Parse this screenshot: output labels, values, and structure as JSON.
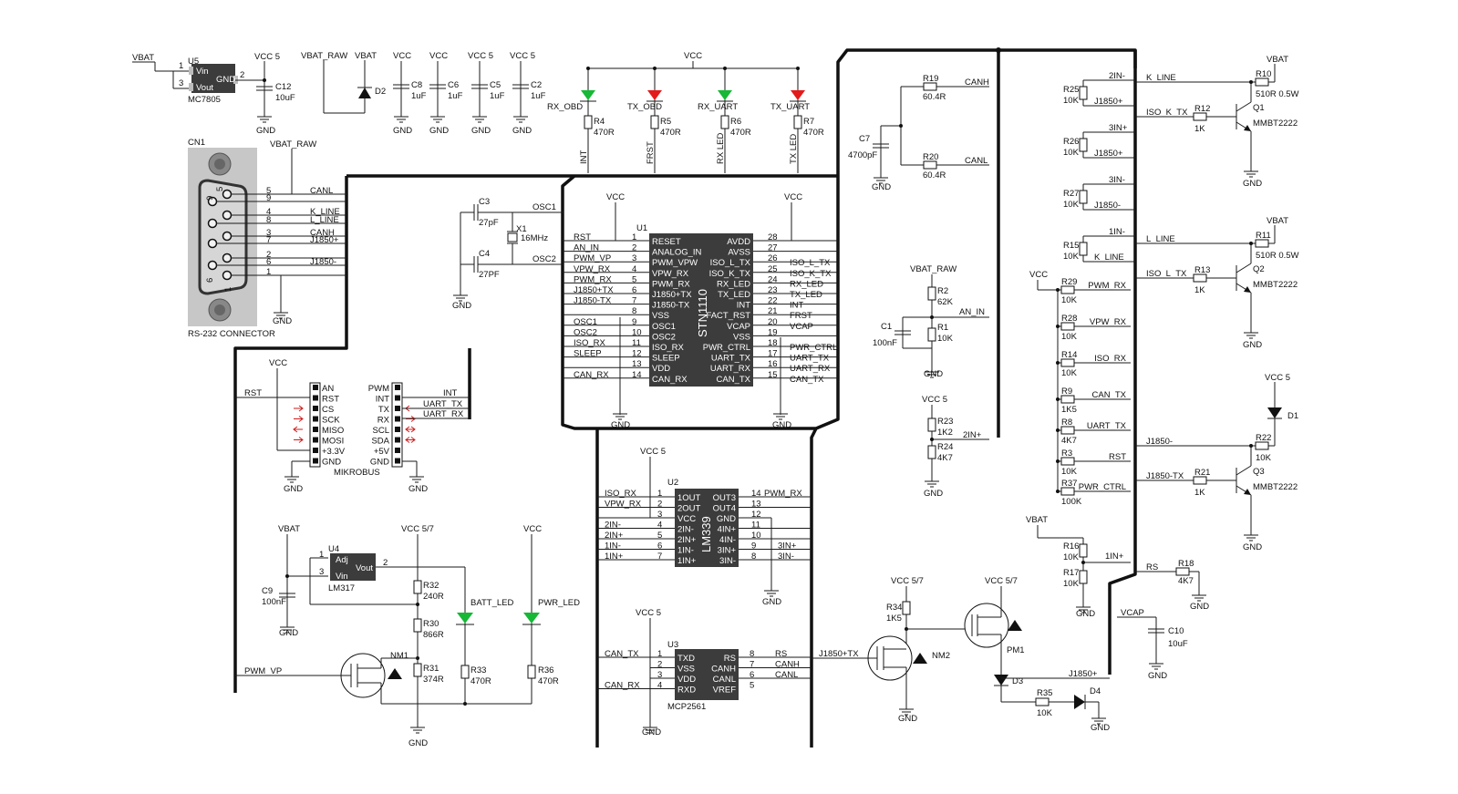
{
  "colors": {
    "led_green": "#16b835",
    "led_red": "#e31b1b",
    "chip": "#3c3c3c",
    "connector": "#c7c7c7",
    "arrow": "#d11a1a"
  },
  "power": {
    "u5": {
      "ref": "U5",
      "part": "MC7805",
      "in": "VBAT",
      "vcc": "VCC 5",
      "pins": [
        "Vin",
        "Vout",
        "GND"
      ],
      "pin_nums": [
        "1",
        "3",
        "2"
      ]
    },
    "c12": [
      "C12",
      "10uF"
    ],
    "c8": [
      "C8",
      "1uF"
    ],
    "c6": [
      "C6",
      "1uF"
    ],
    "c5": [
      "C5",
      "1uF"
    ],
    "c2": [
      "C2",
      "1uF"
    ],
    "d2": "D2",
    "vbat_raw": "VBAT_RAW",
    "vbat": "VBAT",
    "vcc": "VCC",
    "vcc5": "VCC 5",
    "gnd": "GND"
  },
  "leds": [
    {
      "ref": "R4",
      "val": "470R",
      "name": "RX_OBD",
      "net": "INT"
    },
    {
      "ref": "R5",
      "val": "470R",
      "name": "TX_OBD",
      "net": "FRST"
    },
    {
      "ref": "R6",
      "val": "470R",
      "name": "RX_UART",
      "net": "RX LED"
    },
    {
      "ref": "R7",
      "val": "470R",
      "name": "TX_UART",
      "net": "TX LED"
    }
  ],
  "connector": {
    "ref": "CN1",
    "title": "RS-232 CONNECTOR",
    "vbat_raw": "VBAT_RAW",
    "rows": [
      {
        "pin": "5",
        "net": "CANL"
      },
      {
        "pin": "9",
        "net": ""
      },
      {
        "pin": "4",
        "net": "K_LINE"
      },
      {
        "pin": "8",
        "net": "L_LINE"
      },
      {
        "pin": "3",
        "net": "CANH"
      },
      {
        "pin": "7",
        "net": "J1850+"
      },
      {
        "pin": "2",
        "net": ""
      },
      {
        "pin": "6",
        "net": "J1850-"
      },
      {
        "pin": "1",
        "net": ""
      }
    ],
    "shell_pins": [
      "9",
      "5",
      "6",
      "1"
    ]
  },
  "osc": {
    "c3": [
      "C3",
      "27pF"
    ],
    "c4": [
      "C4",
      "27PF"
    ],
    "x1": [
      "X1",
      "16MHz"
    ],
    "net1": "OSC1",
    "net2": "OSC2"
  },
  "u1": {
    "ref": "U1",
    "part": "STN1110",
    "left": [
      {
        "n": "1",
        "p": "RESET",
        "net": "RST"
      },
      {
        "n": "2",
        "p": "ANALOG_IN",
        "net": "AN_IN"
      },
      {
        "n": "3",
        "p": "PWM_VPW",
        "net": "PWM_VP"
      },
      {
        "n": "4",
        "p": "VPW_RX",
        "net": "VPW_RX"
      },
      {
        "n": "5",
        "p": "PWM_RX",
        "net": "PWM_RX"
      },
      {
        "n": "6",
        "p": "J1850+TX",
        "net": "J1850+TX"
      },
      {
        "n": "7",
        "p": "J1850-TX",
        "net": "J1850-TX"
      },
      {
        "n": "8",
        "p": "VSS",
        "net": ""
      },
      {
        "n": "9",
        "p": "OSC1",
        "net": "OSC1"
      },
      {
        "n": "10",
        "p": "OSC2",
        "net": "OSC2"
      },
      {
        "n": "11",
        "p": "ISO_RX",
        "net": "ISO_RX"
      },
      {
        "n": "12",
        "p": "SLEEP",
        "net": "SLEEP"
      },
      {
        "n": "13",
        "p": "VDD",
        "net": ""
      },
      {
        "n": "14",
        "p": "CAN_RX",
        "net": "CAN_RX"
      }
    ],
    "right": [
      {
        "n": "28",
        "p": "AVDD",
        "net": ""
      },
      {
        "n": "27",
        "p": "AVSS",
        "net": ""
      },
      {
        "n": "26",
        "p": "ISO_L_TX",
        "net": "ISO_L_TX"
      },
      {
        "n": "25",
        "p": "ISO_K_TX",
        "net": "ISO_K_TX"
      },
      {
        "n": "24",
        "p": "RX_LED",
        "net": "RX_LED"
      },
      {
        "n": "23",
        "p": "TX_LED",
        "net": "TX_LED"
      },
      {
        "n": "22",
        "p": "INT",
        "net": "INT"
      },
      {
        "n": "21",
        "p": "FACT_RST",
        "net": "FRST"
      },
      {
        "n": "20",
        "p": "VCAP",
        "net": "VCAP"
      },
      {
        "n": "19",
        "p": "VSS",
        "net": ""
      },
      {
        "n": "18",
        "p": "PWR_CTRL",
        "net": "PWR_CTRL"
      },
      {
        "n": "17",
        "p": "UART_TX",
        "net": "UART_TX"
      },
      {
        "n": "16",
        "p": "UART_RX",
        "net": "UART_RX"
      },
      {
        "n": "15",
        "p": "CAN_TX",
        "net": "CAN_TX"
      }
    ]
  },
  "mikrobus": {
    "title": "MIKROBUS",
    "left": [
      "AN",
      "RST",
      "CS",
      "SCK",
      "MISO",
      "MOSI",
      "+3.3V",
      "GND"
    ],
    "right": [
      "PWM",
      "INT",
      "TX",
      "RX",
      "SCL",
      "SDA",
      "+5V",
      "GND"
    ],
    "nets": [
      "RST",
      "INT",
      "UART_TX",
      "UART_RX"
    ]
  },
  "u2": {
    "ref": "U2",
    "part": "LM339",
    "vcc": "VCC 5",
    "left": [
      {
        "n": "1",
        "p": "1OUT",
        "net": "ISO_RX"
      },
      {
        "n": "2",
        "p": "2OUT",
        "net": "VPW_RX"
      },
      {
        "n": "3",
        "p": "VCC",
        "net": ""
      },
      {
        "n": "4",
        "p": "2IN-",
        "net": "2IN-"
      },
      {
        "n": "5",
        "p": "2IN+",
        "net": "2IN+"
      },
      {
        "n": "6",
        "p": "1IN-",
        "net": "1IN-"
      },
      {
        "n": "7",
        "p": "1IN+",
        "net": "1IN+"
      }
    ],
    "right": [
      {
        "n": "14",
        "p": "OUT3",
        "net": "PWM_RX"
      },
      {
        "n": "13",
        "p": "OUT4",
        "net": ""
      },
      {
        "n": "12",
        "p": "GND",
        "net": ""
      },
      {
        "n": "11",
        "p": "4IN+",
        "net": ""
      },
      {
        "n": "10",
        "p": "4IN-",
        "net": ""
      },
      {
        "n": "9",
        "p": "3IN+",
        "net": "3IN+"
      },
      {
        "n": "8",
        "p": "3IN-",
        "net": "3IN-"
      }
    ]
  },
  "u3": {
    "ref": "U3",
    "part": "MCP2561",
    "vcc": "VCC 5",
    "left": [
      {
        "n": "1",
        "p": "TXD",
        "net": "CAN_TX"
      },
      {
        "n": "2",
        "p": "VSS",
        "net": ""
      },
      {
        "n": "3",
        "p": "VDD",
        "net": ""
      },
      {
        "n": "4",
        "p": "RXD",
        "net": "CAN_RX"
      }
    ],
    "right": [
      {
        "n": "8",
        "p": "RS",
        "net": "RS"
      },
      {
        "n": "7",
        "p": "CANH",
        "net": "CANH"
      },
      {
        "n": "6",
        "p": "CANL",
        "net": "CANL"
      },
      {
        "n": "5",
        "p": "VREF",
        "net": ""
      }
    ]
  },
  "u4": {
    "ref": "U4",
    "part": "LM317",
    "vbat": "VBAT",
    "vcc57": "VCC 5/7",
    "pins": [
      "Adj",
      "Vin",
      "Vout"
    ],
    "pin_nums": [
      "1",
      "3",
      "2"
    ],
    "c9": [
      "C9",
      "100nF"
    ],
    "r32": [
      "R32",
      "240R"
    ],
    "r30": [
      "R30",
      "866R"
    ],
    "r31": [
      "R31",
      "374R"
    ],
    "r33": [
      "R33",
      "470R"
    ],
    "r36": [
      "R36",
      "470R"
    ],
    "nm1": "NM1",
    "pwm": "PWM_VP",
    "batt": "BATT_LED",
    "pwr": "PWR_LED",
    "vcc": "VCC"
  },
  "can": {
    "r19": [
      "R19",
      "60.4R"
    ],
    "r20": [
      "R20",
      "60.4R"
    ],
    "c7": [
      "C7",
      "4700pF"
    ],
    "canh": "CANH",
    "canl": "CANL"
  },
  "an": {
    "vbat_raw": "VBAT_RAW",
    "r2": [
      "R2",
      "62K"
    ],
    "r1": [
      "R1",
      "10K"
    ],
    "c1": [
      "C1",
      "100nF"
    ],
    "net": "AN_IN",
    "vcc5": "VCC 5",
    "r23": [
      "R23",
      "1K2"
    ],
    "r24": [
      "R24",
      "4K7"
    ],
    "net2": "2IN+"
  },
  "comp": [
    {
      "net": "2IN-",
      "ref": "R25",
      "val": "10K",
      "sig": "J1850+"
    },
    {
      "net": "3IN+",
      "ref": "R26",
      "val": "10K",
      "sig": "J1850+"
    },
    {
      "net": "3IN-",
      "ref": "R27",
      "val": "10K",
      "sig": "J1850-"
    },
    {
      "net": "1IN-",
      "ref": "R15",
      "val": "10K",
      "sig": "K_LINE"
    }
  ],
  "pullups": {
    "vcc": "VCC",
    "rows": [
      {
        "ref": "R29",
        "val": "10K",
        "net": "PWM_RX"
      },
      {
        "ref": "R28",
        "val": "10K",
        "net": "VPW_RX"
      },
      {
        "ref": "R14",
        "val": "10K",
        "net": "ISO_RX"
      },
      {
        "ref": "R9",
        "val": "1K5",
        "net": "CAN_TX"
      },
      {
        "ref": "R8",
        "val": "4K7",
        "net": "UART_TX"
      },
      {
        "ref": "R3",
        "val": "10K",
        "net": "RST"
      },
      {
        "ref": "R37",
        "val": "100K",
        "net": "PWR_CTRL"
      }
    ],
    "vbat": "VBAT",
    "r16": [
      "R16",
      "10K"
    ],
    "r17": [
      "R17",
      "10K"
    ],
    "net_1in": "1IN+"
  },
  "trans": [
    {
      "ref": "Q1",
      "part": "MMBT2222",
      "rb": [
        "R12",
        "1K"
      ],
      "net": "ISO_K_TX",
      "rc": [
        "R10",
        "510R 0.5W"
      ],
      "out": "K_LINE",
      "vbat": "VBAT"
    },
    {
      "ref": "Q2",
      "part": "MMBT2222",
      "rb": [
        "R13",
        "1K"
      ],
      "net": "ISO_L_TX",
      "rc": [
        "R11",
        "510R 0.5W"
      ],
      "out": "L_LINE",
      "vbat": "VBAT"
    },
    {
      "ref": "Q3",
      "part": "MMBT2222",
      "rb": [
        "R21",
        "1K"
      ],
      "net": "J1850-TX",
      "rc": [
        "R22",
        "10K"
      ],
      "out": "J1850-",
      "vcc": "VCC 5",
      "d1": "D1"
    }
  ],
  "misc": {
    "rs": "RS",
    "r18": [
      "R18",
      "4K7"
    ],
    "vcap": "VCAP",
    "c10": [
      "C10",
      "10uF"
    ]
  },
  "pwr_sw": {
    "vcc57a": "VCC 5/7",
    "vcc57b": "VCC 5/7",
    "r34": [
      "R34",
      "1K5"
    ],
    "nm2": "NM2",
    "pm1": "PM1",
    "net": "J1850+TX",
    "d3": "D3",
    "d4": "D4",
    "r35": [
      "R35",
      "10K"
    ],
    "out": "J1850+"
  },
  "gnd": "GND"
}
